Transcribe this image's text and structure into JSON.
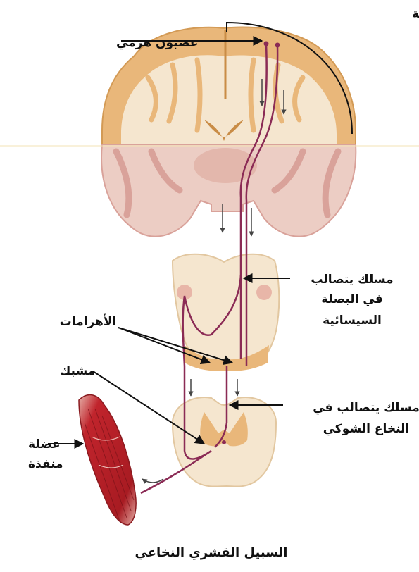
{
  "labels": {
    "motor_areas": "الباحات المحركة",
    "pyramidal_neuron": "عصبون هرمي",
    "medulla_tract_line1": "مسلك يتصالب",
    "medulla_tract_line2": "في البصلة",
    "medulla_tract_line3": "السيسائية",
    "pyramids": "الأهرامات",
    "synapse": "مشبك",
    "spinal_tract_line1": "مسلك يتصالب في",
    "spinal_tract_line2": "النخاع الشوكي",
    "muscle_line1": "عضلة",
    "muscle_line2": "منفذة"
  },
  "caption": "السبيل القشري النخاعي",
  "colors": {
    "brain_tissue": "#e9b77a",
    "brain_inner": "#f3d6a8",
    "brain_upper_fill": "#f5e6cf",
    "brain_lower_fill": "#eccdc4",
    "brain_lower_tissue": "#d9a29a",
    "tract": "#8b2b55",
    "muscle": "#c0242c",
    "arrow": "#111111"
  }
}
